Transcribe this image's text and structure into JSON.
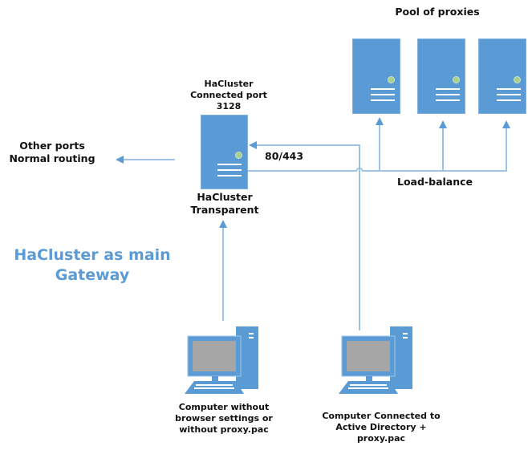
{
  "diagram": {
    "pool_title": "Pool of proxies",
    "hacluster_top_label": [
      "HaCluster",
      "Connected port",
      "3128"
    ],
    "hacluster_bottom_label": [
      "HaCluster",
      "Transparent"
    ],
    "other_ports_label": [
      "Other ports",
      "Normal routing"
    ],
    "port_label": "80/443",
    "load_balance_label": "Load-balance",
    "gateway_title": [
      "HaCluster as main",
      "Gateway"
    ],
    "computer_left_label": [
      "Computer without",
      "browser settings or",
      "without proxy.pac"
    ],
    "computer_right_label": [
      "Computer Connected to",
      "Active Directory +",
      "proxy.pac"
    ],
    "colors": {
      "server_fill": "#5b9bd5",
      "led": "#a9d18e",
      "connector": "#9dc3e6",
      "arrow": "#5b9bd5",
      "screen": "#a6a6a6",
      "gateway_text": "#5b9bd5"
    }
  }
}
